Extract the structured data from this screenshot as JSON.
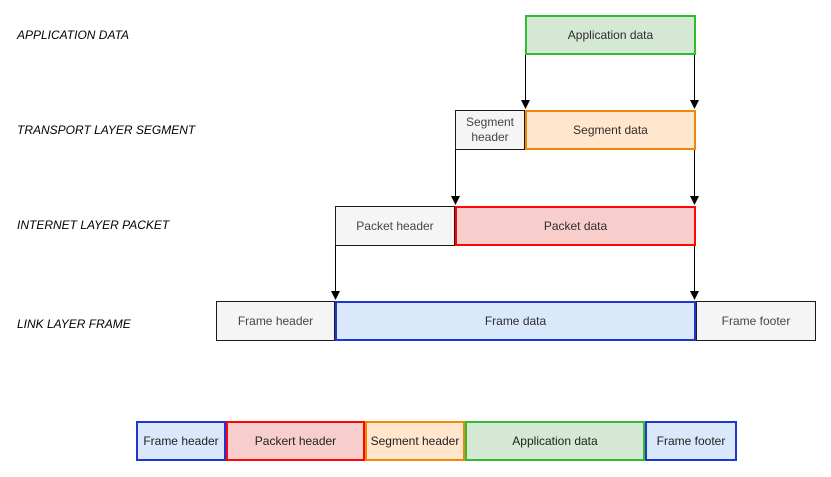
{
  "diagram": {
    "row_labels": [
      {
        "label": "APPLICATION DATA"
      },
      {
        "label": "TRANSPORT LAYER SEGMENT"
      },
      {
        "label": "INTERNET LAYER PACKET"
      },
      {
        "label": "LINK LAYER FRAME"
      }
    ],
    "rows": {
      "application": {
        "data_label": "Application data"
      },
      "transport": {
        "header_label": "Segment header",
        "data_label": "Segment data"
      },
      "internet": {
        "header_label": "Packet header",
        "data_label": "Packet data"
      },
      "link": {
        "header_label": "Frame header",
        "data_label": "Frame data",
        "footer_label": "Frame footer"
      }
    },
    "final_frame": {
      "cells": [
        {
          "label": "Frame header",
          "style": "blue"
        },
        {
          "label": "Packert header",
          "style": "red"
        },
        {
          "label": "Segment header",
          "style": "orange"
        },
        {
          "label": "Application data",
          "style": "green"
        },
        {
          "label": "Frame footer",
          "style": "blue"
        }
      ]
    },
    "colors": {
      "green_fill": "#d5e8d4",
      "green_stroke": "#2dbd2d",
      "orange_fill": "#ffe6cc",
      "orange_stroke": "#ef8807",
      "red_fill": "#f8cecc",
      "red_stroke": "#ff0505",
      "blue_fill": "#dae8fc",
      "blue_stroke": "#1f35d4",
      "neutral_fill": "#f5f5f5",
      "neutral_stroke": "#1a1a1a",
      "arrow": "#000000"
    }
  }
}
